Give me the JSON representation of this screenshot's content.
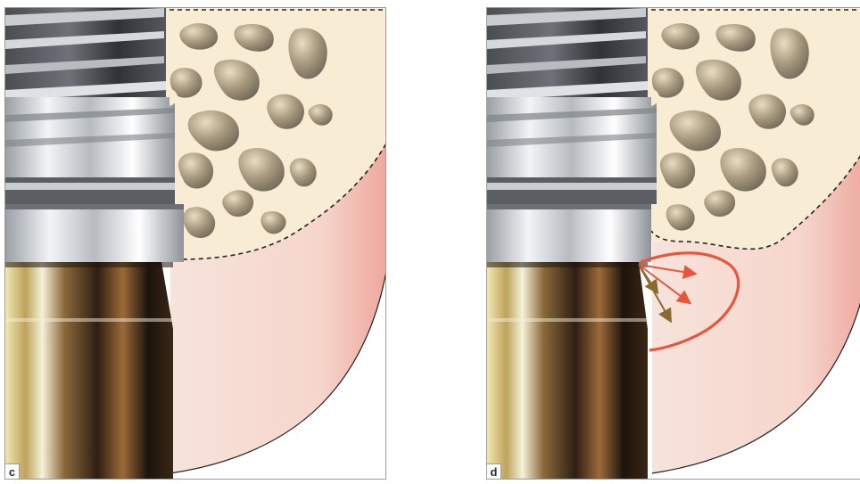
{
  "panels": [
    {
      "id": "c",
      "label": "c",
      "shows_arrows": false
    },
    {
      "id": "d",
      "label": "d",
      "shows_arrows": true
    }
  ],
  "colors": {
    "bone": "#f7ead2",
    "bone_pore": "#a89c86",
    "soft_tissue": "#f7d8cf",
    "soft_tissue_edge": "#e9a8a0",
    "metal_light": "#eef0f2",
    "metal_dark": "#3e4146",
    "abutment_gold": "#d8c585",
    "abutment_dark": "#3b2a1c",
    "arrow_red": "#e8553c",
    "arrow_brown": "#8a6a30",
    "dashed_border": "#2a2a2a"
  },
  "icons": [
    "implant-threads",
    "bone-trabecular-pores",
    "soft-tissue",
    "implant-abutment",
    "force-arrows"
  ]
}
